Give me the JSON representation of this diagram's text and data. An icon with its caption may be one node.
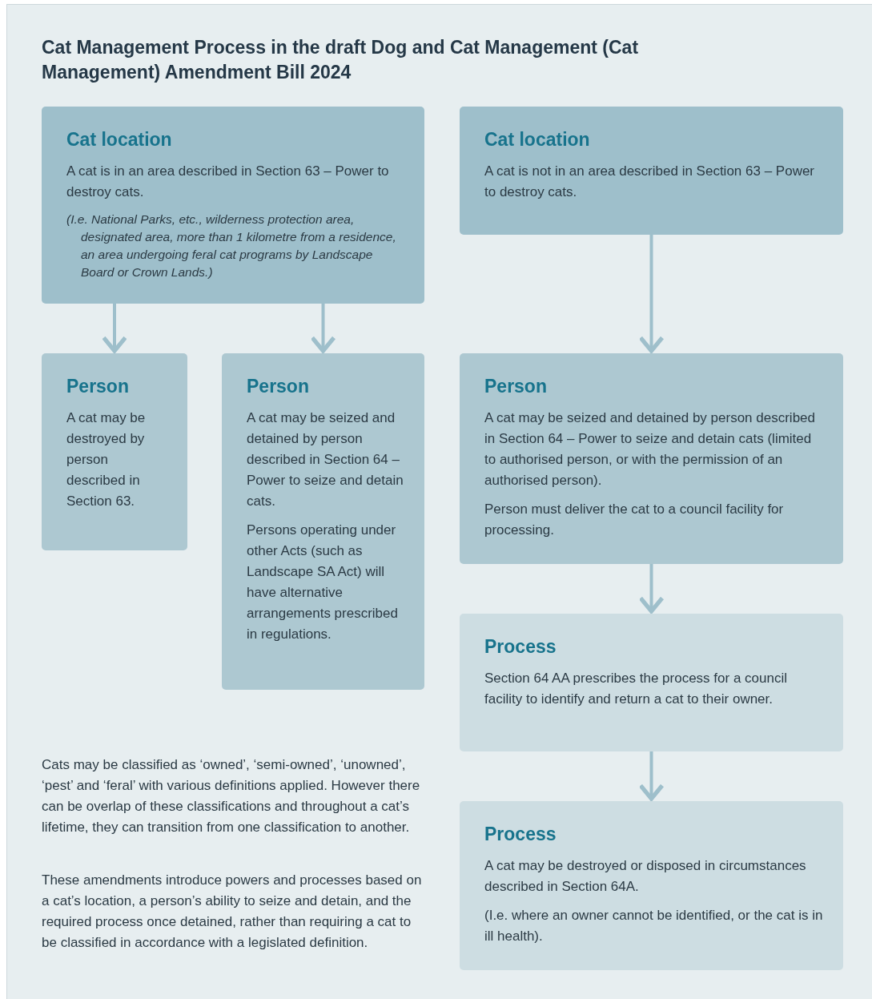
{
  "diagram": {
    "title": "Cat Management Process in the draft Dog and Cat Management (Cat Management) Amendment Bill 2024",
    "nodes": [
      {
        "text": [
          "Cat location",
          "A cat is in an area described in Section 63 – Power to destroy cats.",
          "(I.e. National Parks, etc., wilderness protection area, designated area, more than 1 kilometre from a residence, an area undergoing feral cat programs by Landscape Board or Crown Lands.)"
        ]
      },
      {
        "text": [
          "Cat location",
          "A cat is not in an area described in Section 63 – Power to destroy cats."
        ]
      },
      {
        "text": [
          "Person",
          "A cat may be destroyed by person described in Section 63."
        ]
      },
      {
        "text": [
          "Person",
          "A cat may be seized and detained by person described in Section 64 – Power to seize and detain cats.",
          "Persons operating under other Acts (such as Landscape SA Act) will have alternative arrangements prescribed in regulations."
        ]
      },
      {
        "text": [
          "Person",
          "A cat may be seized and detained by person described in Section 64 – Power to seize and detain cats (limited to authorised person, or with the permission of an authorised person).",
          "Person must deliver the cat to a council facility for processing."
        ]
      },
      {
        "text": [
          "Process",
          "Section 64 AA prescribes the process for a council facility to identify and return a cat to their owner."
        ]
      },
      {
        "text": [
          "Process",
          "A cat may be destroyed or disposed  in circumstances described in Section 64A.",
          "(I.e. where an owner cannot be identified, or the cat is in ill health)."
        ]
      }
    ],
    "edges": [
      {
        "from": 0,
        "to": 2,
        "arrow": "to"
      },
      {
        "from": 0,
        "to": 3,
        "arrow": "to"
      },
      {
        "from": 1,
        "to": 4,
        "arrow": "to"
      },
      {
        "from": 4,
        "to": 5,
        "arrow": "to"
      },
      {
        "from": 5,
        "to": 6,
        "arrow": "to"
      }
    ],
    "labels": [
      "Cats may be classified as ‘owned’, ‘semi-owned’, ‘unowned’, ‘pest’ and ‘feral’ with various definitions applied.  However there can be overlap of these classifications and throughout a cat’s lifetime, they can transition from one classification to another.",
      "These amendments introduce powers and processes based on a cat’s location, a person’s ability to seize and detain, and the required process once detained, rather than requiring a cat to be classified in accordance with a legislated definition."
    ]
  }
}
